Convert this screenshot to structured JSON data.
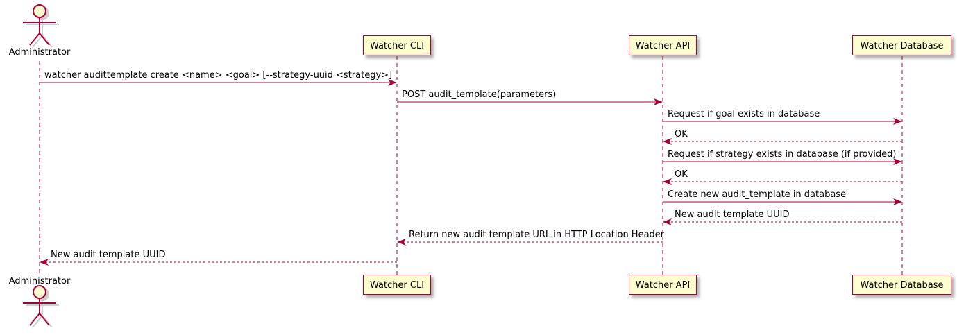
{
  "diagram": {
    "type": "uml-sequence-diagram",
    "colors": {
      "participant_fill": "#FEFECE",
      "line_and_border": "#A80036",
      "text": "#000000",
      "background": "#FFFFFF"
    },
    "actor": {
      "name": "Administrator"
    },
    "participants": [
      {
        "label": "Watcher CLI"
      },
      {
        "label": "Watcher API"
      },
      {
        "label": "Watcher Database"
      }
    ],
    "messages": [
      {
        "from": "Administrator",
        "to": "Watcher CLI",
        "style": "solid",
        "text": "watcher audittemplate create <name> <goal> [--strategy-uuid <strategy>]"
      },
      {
        "from": "Watcher CLI",
        "to": "Watcher API",
        "style": "solid",
        "text": "POST audit_template(parameters)"
      },
      {
        "from": "Watcher API",
        "to": "Watcher Database",
        "style": "solid",
        "text": "Request if goal exists in database"
      },
      {
        "from": "Watcher Database",
        "to": "Watcher API",
        "style": "dashed",
        "text": "OK"
      },
      {
        "from": "Watcher API",
        "to": "Watcher Database",
        "style": "solid",
        "text": "Request if strategy exists in database (if provided)"
      },
      {
        "from": "Watcher Database",
        "to": "Watcher API",
        "style": "dashed",
        "text": "OK"
      },
      {
        "from": "Watcher API",
        "to": "Watcher Database",
        "style": "solid",
        "text": "Create new audit_template in database"
      },
      {
        "from": "Watcher Database",
        "to": "Watcher API",
        "style": "dashed",
        "text": "New audit template UUID"
      },
      {
        "from": "Watcher API",
        "to": "Watcher CLI",
        "style": "dashed",
        "text": "Return new audit template URL in HTTP Location Header"
      },
      {
        "from": "Watcher CLI",
        "to": "Administrator",
        "style": "dashed",
        "text": "New audit template UUID"
      }
    ]
  }
}
